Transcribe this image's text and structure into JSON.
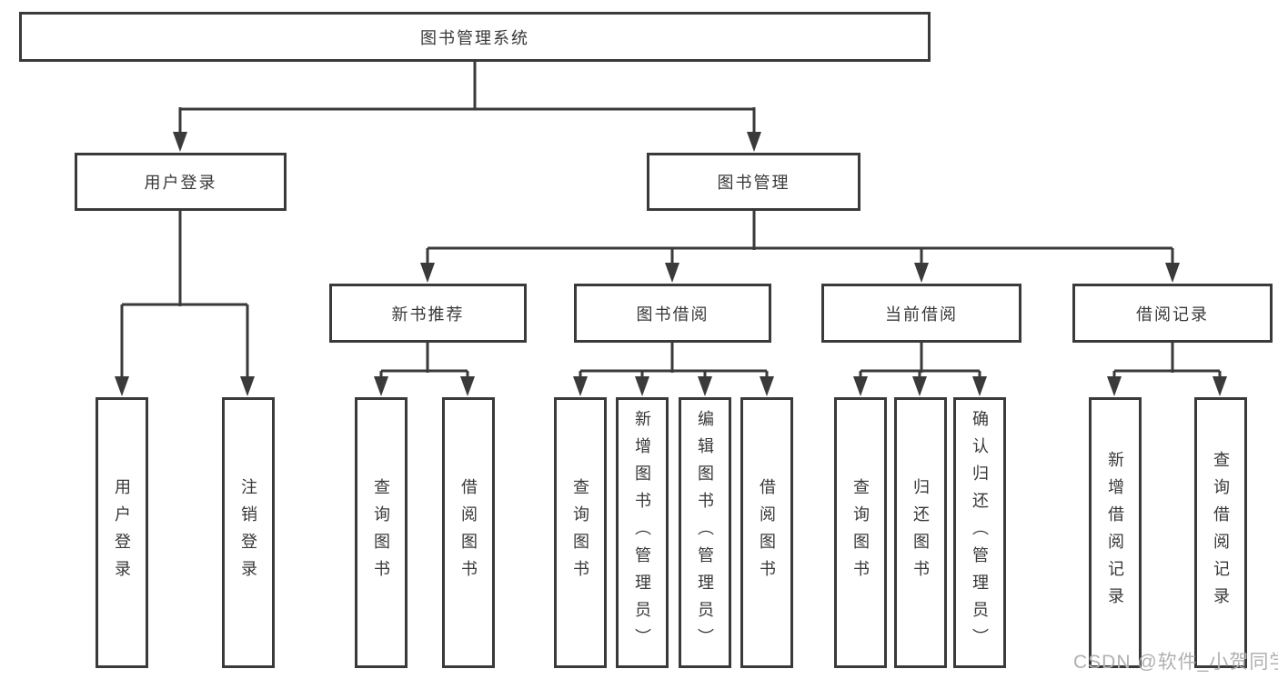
{
  "colors": {
    "background": "#ffffff",
    "line": "#3a3a3a",
    "box_border": "#3a3a3a",
    "text": "#383838",
    "watermark": "#b0b0b0"
  },
  "tree": {
    "label": "图书管理系统",
    "children": [
      {
        "label": "用户登录",
        "children": [
          {
            "label": "用户登录"
          },
          {
            "label": "注销登录"
          }
        ]
      },
      {
        "label": "图书管理",
        "children": [
          {
            "label": "新书推荐",
            "children": [
              {
                "label": "查询图书"
              },
              {
                "label": "借阅图书"
              }
            ]
          },
          {
            "label": "图书借阅",
            "children": [
              {
                "label": "查询图书"
              },
              {
                "label": "新增图书（管理员）"
              },
              {
                "label": "编辑图书（管理员）"
              },
              {
                "label": "借阅图书"
              }
            ]
          },
          {
            "label": "当前借阅",
            "children": [
              {
                "label": "查询图书"
              },
              {
                "label": "归还图书"
              },
              {
                "label": "确认归还（管理员）"
              }
            ]
          },
          {
            "label": "借阅记录",
            "children": [
              {
                "label": "新增借阅记录"
              },
              {
                "label": "查询借阅记录"
              }
            ]
          }
        ]
      }
    ]
  },
  "watermark": {
    "text": "CSDN @软件_小贺同学"
  }
}
